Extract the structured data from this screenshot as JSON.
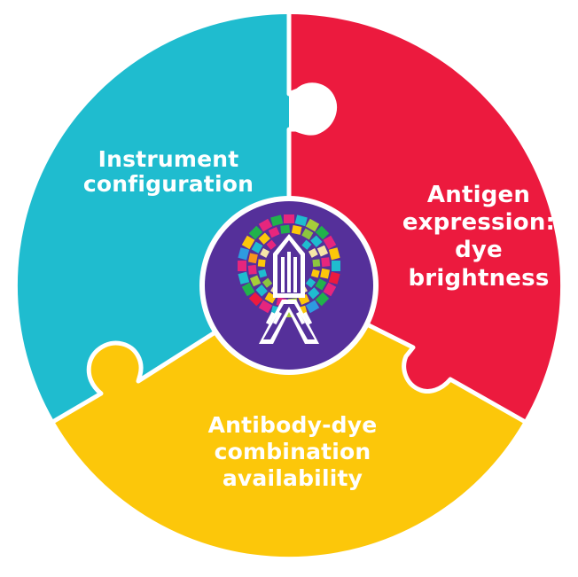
{
  "diagram": {
    "type": "three-piece puzzle circle",
    "colors": {
      "background": "#ffffff",
      "instrument_piece": "#1fbccf",
      "antigen_piece": "#ec1a3e",
      "antibody_piece": "#fcc70a",
      "center_circle": "#55309a",
      "seam": "#ffffff",
      "label_text": "#ffffff"
    },
    "pieces": [
      {
        "id": "instrument",
        "lines": [
          "Instrument",
          "configuration"
        ],
        "color": "#1fbccf",
        "position": "upper-left"
      },
      {
        "id": "antigen",
        "lines": [
          "Antigen",
          "expression:",
          "dye",
          "brightness"
        ],
        "color": "#ec1a3e",
        "position": "right"
      },
      {
        "id": "antibody",
        "lines": [
          "Antibody-dye",
          "combination",
          "availability"
        ],
        "color": "#fcc70a",
        "position": "bottom"
      }
    ],
    "center_logo": {
      "icon": "spectral-flow-logo-icon",
      "mosaic_colors": [
        "#e6267d",
        "#21b24b",
        "#a6ce39",
        "#fcc70a",
        "#1fbccf",
        "#ec1a3e",
        "#f7941d",
        "#f5e6a8",
        "#2e9be0",
        "#8cc63f"
      ]
    }
  }
}
